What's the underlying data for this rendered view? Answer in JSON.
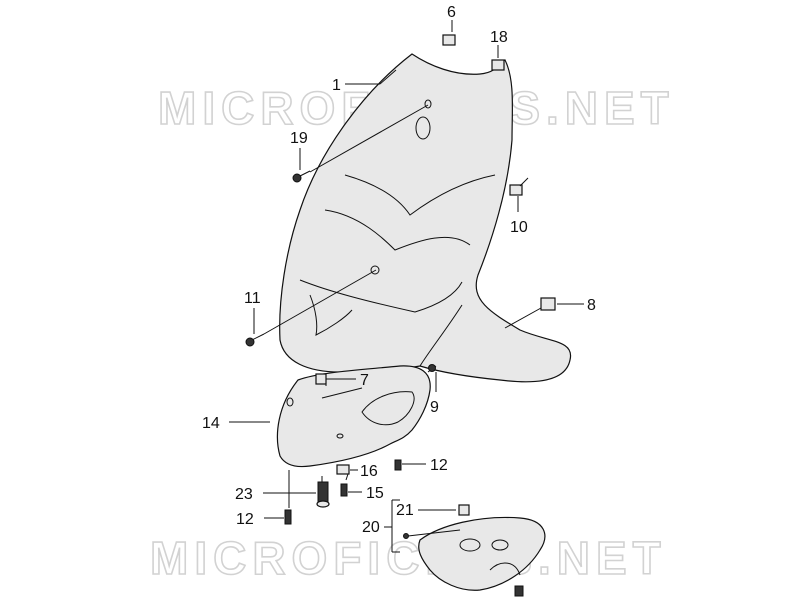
{
  "watermark": {
    "text": "MICROFICHES.NET"
  },
  "callouts": [
    {
      "id": "c1",
      "label": "1"
    },
    {
      "id": "c6",
      "label": "6"
    },
    {
      "id": "c18",
      "label": "18"
    },
    {
      "id": "c19",
      "label": "19"
    },
    {
      "id": "c10",
      "label": "10"
    },
    {
      "id": "c11",
      "label": "11"
    },
    {
      "id": "c8",
      "label": "8"
    },
    {
      "id": "c7",
      "label": "7"
    },
    {
      "id": "c9",
      "label": "9"
    },
    {
      "id": "c14",
      "label": "14"
    },
    {
      "id": "c12a",
      "label": "12"
    },
    {
      "id": "c16",
      "label": "16"
    },
    {
      "id": "c23",
      "label": "23"
    },
    {
      "id": "c15",
      "label": "15"
    },
    {
      "id": "c21",
      "label": "21"
    },
    {
      "id": "c20",
      "label": "20"
    },
    {
      "id": "c12b",
      "label": "12"
    }
  ]
}
